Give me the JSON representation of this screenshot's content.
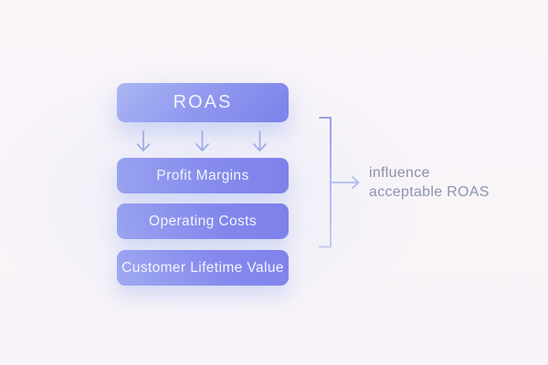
{
  "diagram": {
    "title_box": {
      "label": "ROAS"
    },
    "factors": [
      {
        "label": "Profit Margins"
      },
      {
        "label": "Operating Costs"
      },
      {
        "label": "Customer Lifetime Value"
      }
    ],
    "annotation": {
      "line1": "influence",
      "line2": "acceptable ROAS"
    },
    "colors": {
      "background": "#f8f4f8",
      "box_gradient_light": "#abb6f3",
      "box_gradient_dark": "#7c82e9",
      "box_text": "#f2f4fe",
      "down_arrow": "#a2adea",
      "bracket_dark": "#8d96dc",
      "bracket_light": "#bdc7ec",
      "annotation_text": "#8b90a6"
    }
  }
}
